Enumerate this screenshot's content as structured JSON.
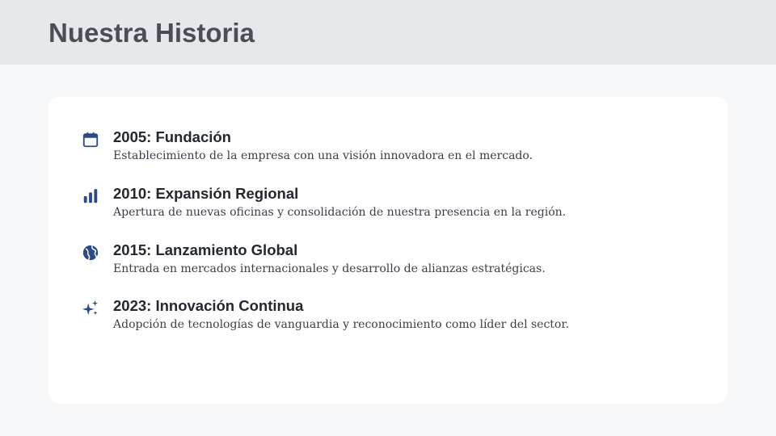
{
  "header": {
    "title": "Nuestra Historia"
  },
  "accent_color": "#2b4a86",
  "timeline": [
    {
      "icon": "calendar-icon",
      "title": "2005: Fundación",
      "description": "Establecimiento de la empresa con una visión innovadora en el mercado."
    },
    {
      "icon": "bar-chart-icon",
      "title": "2010: Expansión Regional",
      "description": "Apertura de nuevas oficinas y consolidación de nuestra presencia en la región."
    },
    {
      "icon": "globe-icon",
      "title": "2015: Lanzamiento Global",
      "description": "Entrada en mercados internacionales y desarrollo de alianzas estratégicas."
    },
    {
      "icon": "sparkles-icon",
      "title": "2023: Innovación Continua",
      "description": "Adopción de tecnologías de vanguardia y reconocimiento como líder del sector."
    }
  ]
}
